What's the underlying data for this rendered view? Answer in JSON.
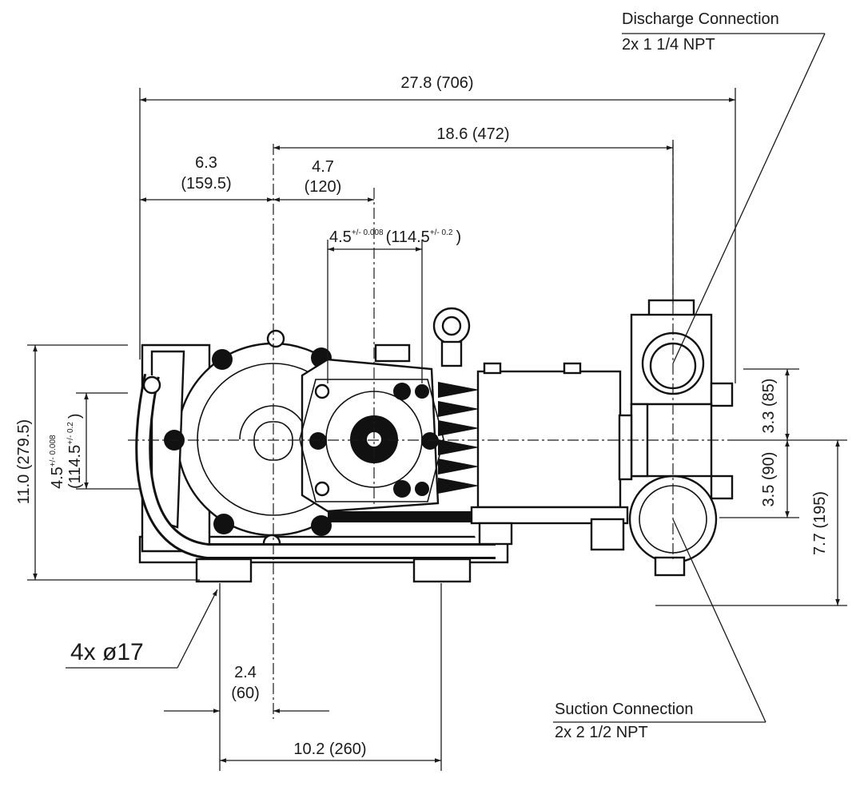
{
  "labels": {
    "discharge_title": "Discharge Connection",
    "discharge_spec": "2x 1 1/4 NPT",
    "suction_title": "Suction Connection",
    "suction_spec": "2x 2 1/2 NPT",
    "mount_holes": "4x ø17"
  },
  "dimensions": {
    "overall_length": "27.8 (706)",
    "head_to_discharge": "18.6 (472)",
    "left_value": "6.3",
    "left_metric": "(159.5)",
    "center_value": "4.7",
    "center_metric": "(120)",
    "bolt_value": "4.5",
    "bolt_tol": "+/- 0.008",
    "bolt_metric_open": "(114.5",
    "bolt_metric_tol": "+/- 0.2",
    "bolt_metric_close": ")",
    "overall_height": "11.0 (279.5)",
    "vertical_bolt_value": "4.5",
    "vertical_bolt_tol": "+/- 0.008",
    "vertical_bolt_metric": "(114.5",
    "vertical_bolt_metric_tol": "+/- 0.2",
    "vertical_bolt_close": ")",
    "discharge_offset": "3.3 (85)",
    "suction_offset": "3.5 (90)",
    "base_to_center": "7.7 (195)",
    "foot_offset_value": "2.4",
    "foot_offset_metric": "(60)",
    "foot_spacing": "10.2 (260)"
  }
}
